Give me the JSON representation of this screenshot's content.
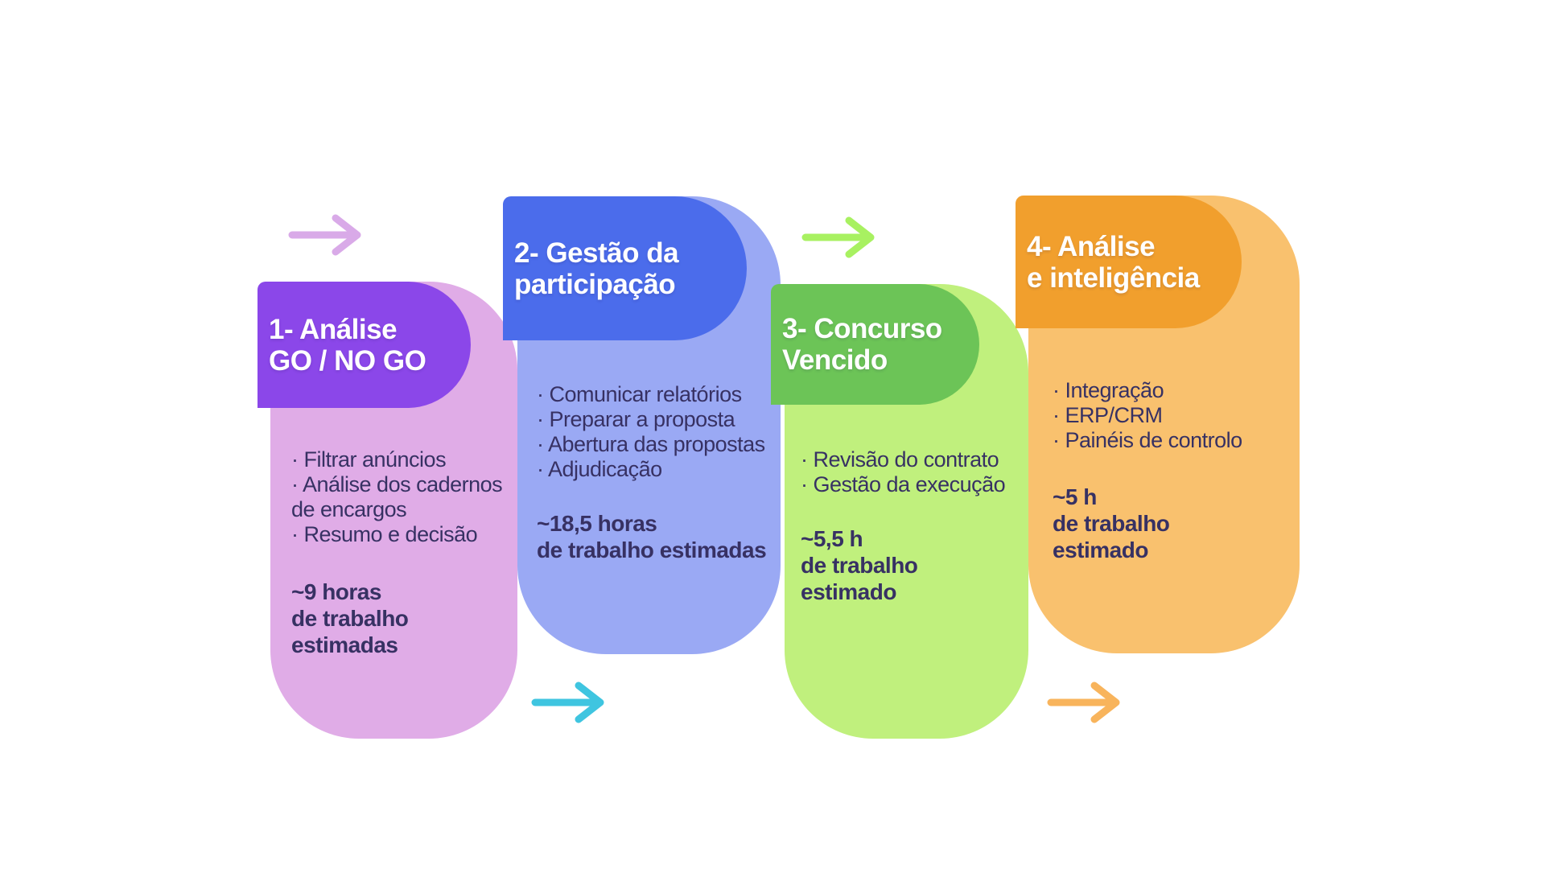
{
  "background_color": "#ffffff",
  "text_color": "#373163",
  "cards": [
    {
      "id": "1",
      "header_color": "#8b47e9",
      "body_color": "#e0ace7",
      "title_lines": [
        "1- Análise",
        "GO / NO GO"
      ],
      "item_lines": [
        "· Filtrar anúncios",
        "· Análise dos cadernos",
        "de encargos",
        "· Resumo e decisão"
      ],
      "hours_lines": [
        "~9 horas",
        "de trabalho",
        "estimadas"
      ]
    },
    {
      "id": "2",
      "header_color": "#4b6ceb",
      "body_color": "#9aa9f4",
      "title_lines": [
        "2- Gestão da",
        "participação"
      ],
      "item_lines": [
        "· Comunicar relatórios",
        "· Preparar a proposta",
        "· Abertura das propostas",
        "· Adjudicação"
      ],
      "hours_lines": [
        "~18,5 horas",
        "de trabalho estimadas"
      ]
    },
    {
      "id": "3",
      "header_color": "#6cc457",
      "body_color": "#c0f07d",
      "title_lines": [
        "3- Concurso",
        "Vencido"
      ],
      "item_lines": [
        "· Revisão do contrato",
        "· Gestão da execução"
      ],
      "hours_lines": [
        "~5,5 h",
        "de trabalho",
        "estimado"
      ]
    },
    {
      "id": "4",
      "header_color": "#f19f2d",
      "body_color": "#f9c16e",
      "title_lines": [
        "4- Análise",
        "e inteligência"
      ],
      "item_lines": [
        "· Integração",
        "· ERP/CRM",
        "· Painéis de controlo"
      ],
      "hours_lines": [
        "~5 h",
        "de trabalho",
        "estimado"
      ]
    }
  ],
  "arrows": [
    {
      "name": "arrow-step-1-to-2",
      "color": "#d9aae8"
    },
    {
      "name": "arrow-step-2-to-3",
      "color": "#a8f161"
    },
    {
      "name": "arrow-below-step-2",
      "color": "#3fc5e0"
    },
    {
      "name": "arrow-below-step-3",
      "color": "#f8b45c"
    }
  ]
}
